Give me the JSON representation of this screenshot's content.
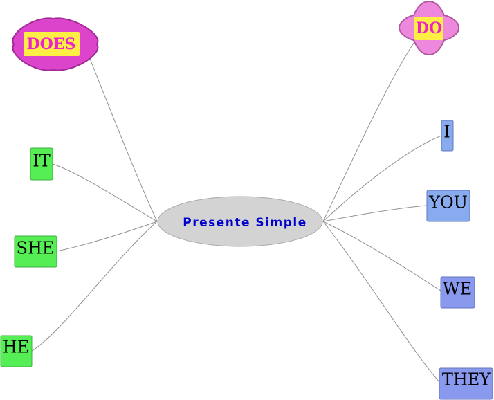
{
  "title": "Presente Simple",
  "colors": {
    "center_fill": "#d3d3d3",
    "center_stroke": "#a9a9a9",
    "center_text": "#0000cc",
    "green": "#55ee55",
    "green_stroke": "#3cae3c",
    "blue_light": "#88aaee",
    "blue_mid": "#8899ee",
    "blue_stroke": "#6677bb",
    "does_fill": "#dd44cc",
    "does_stroke": "#a02a96",
    "do_fill": "#ee88dd",
    "do_stroke": "#b0589f",
    "label_bg": "#ffee44",
    "label_text": "#ee22cc",
    "line": "#909090"
  },
  "aux": {
    "does": "DOES",
    "do": "DO"
  },
  "pronouns": {
    "it": "IT",
    "she": "SHE",
    "he": "HE",
    "i": "I",
    "you": "YOU",
    "we": "WE",
    "they": "THEY"
  }
}
